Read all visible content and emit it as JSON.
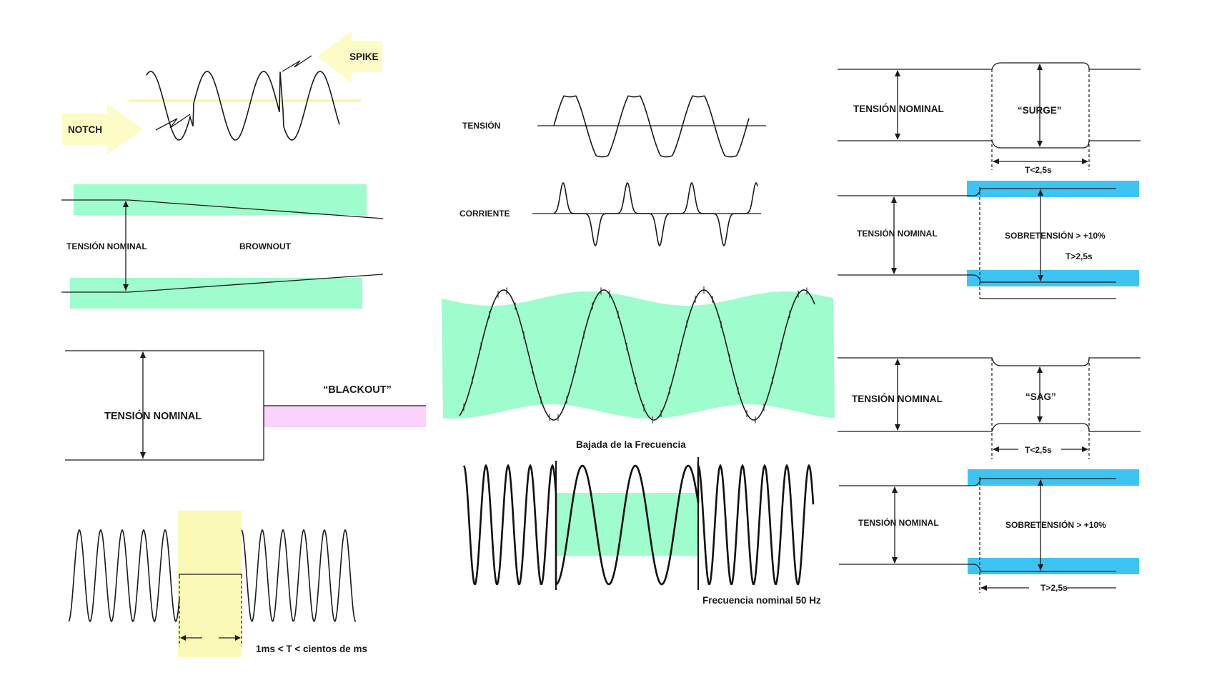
{
  "labels": {
    "notch": "NOTCH",
    "spike": "SPIKE",
    "brownout_tension": "TENSIÓN NOMINAL",
    "brownout": "BROWNOUT",
    "blackout_tension": "TENSIÓN NOMINAL",
    "blackout": "“BLACKOUT”",
    "interruption_time": "1ms < T < cientos de ms",
    "tension": "TENSIÓN",
    "corriente": "CORRIENTE",
    "bajada_frecuencia": "Bajada de la Frecuencia",
    "frecuencia_nominal": "Frecuencia nominal 50 Hz",
    "surge_tension": "TENSIÓN NOMINAL",
    "surge": "“SURGE”",
    "surge_time": "T<2,5s",
    "over1_tension": "TENSIÓN NOMINAL",
    "over1_label": "SOBRETENSIÓN > +10%",
    "over1_time": "T>2,5s",
    "sag_tension": "TENSIÓN NOMINAL",
    "sag": "“SAG”",
    "sag_time": "T<2,5s",
    "over2_tension": "TENSIÓN NOMINAL",
    "over2_label": "SOBRETENSIÓN > +10%",
    "over2_time": "T>2,5s"
  },
  "colors": {
    "yellow_arrow": "#fdfbc6",
    "yellow_band": "#fbf9b8",
    "green_band": "#9ffccc",
    "pink_band": "#fbd2fb",
    "cyan_band": "#3fc4f2",
    "ink": "#1a1a1a"
  }
}
